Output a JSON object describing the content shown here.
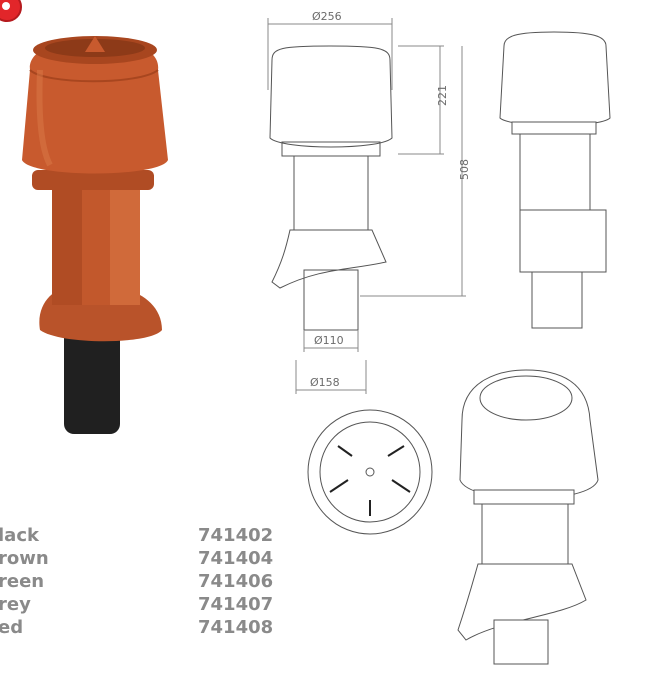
{
  "dimensions": {
    "top_diameter": "Ø256",
    "cap_height": "221",
    "total_height": "508",
    "pipe_diameter": "Ø110",
    "base_diameter": "Ø158"
  },
  "colors": {
    "product_main": "#c85a2e",
    "pipe": "#222222",
    "badge": "#e2262a",
    "text": "#8a8a8a"
  },
  "variants": [
    {
      "name": "lack",
      "code": "741402"
    },
    {
      "name": "rown",
      "code": "741404"
    },
    {
      "name": "reen",
      "code": "741406"
    },
    {
      "name": "rey",
      "code": "741407"
    },
    {
      "name": "ed",
      "code": "741408"
    }
  ]
}
